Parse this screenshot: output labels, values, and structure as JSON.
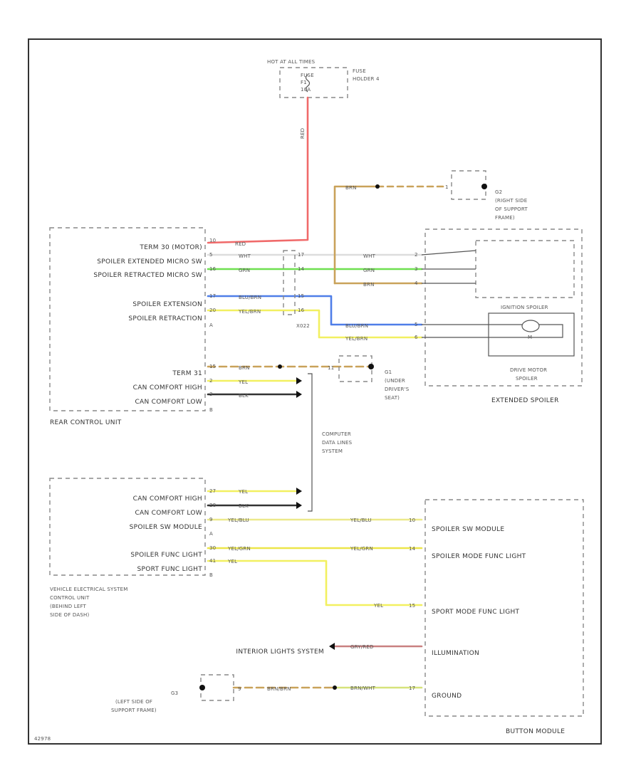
{
  "diagram_id": "42978",
  "fuse_panel": {
    "title": "HOT AT ALL TIMES",
    "fuse_lines": [
      "FUSE",
      "F1",
      "10A"
    ],
    "holder_lines": [
      "FUSE",
      "HOLDER 4"
    ],
    "wire_label": "RED"
  },
  "rear_control_unit": {
    "title": "REAR CONTROL UNIT",
    "pins": [
      {
        "label": "TERM 30 (MOTOR)",
        "pin": "10",
        "wire": "RED"
      },
      {
        "label": "SPOILER EXTENDED MICRO SW",
        "pin": "5",
        "wire": "WHT"
      },
      {
        "label": "SPOILER RETRACTED MICRO SW",
        "pin": "16",
        "wire": "GRN"
      },
      {
        "label": "SPOILER EXTENSION",
        "pin": "17",
        "wire": "BLU/BRN"
      },
      {
        "label": "SPOILER RETRACTION",
        "pin": "20",
        "wire": "YEL/BRN"
      },
      {
        "label": "TERM 31",
        "pin": "15",
        "wire": "BRN"
      },
      {
        "label": "CAN COMFORT HIGH",
        "pin": "2",
        "wire": "YEL"
      },
      {
        "label": "CAN COMFORT LOW",
        "pin": "3",
        "wire": "BLK"
      }
    ],
    "connector_a": "A",
    "connector_b": "B"
  },
  "connector_x022": {
    "name": "X022",
    "pins": [
      "17",
      "14",
      "15",
      "16"
    ]
  },
  "extended_spoiler": {
    "title": "EXTENDED SPOILER",
    "pins": [
      "2",
      "3",
      "4",
      "5",
      "6"
    ],
    "wires": [
      "BRN",
      "WHT",
      "GRN",
      "BRN",
      "BLU/BRN",
      "YEL/BRN"
    ],
    "motor_title": "IGNITION SPOILER",
    "motor_symbol": "M",
    "drive_motor_lines": [
      "DRIVE MOTOR",
      "SPOILER"
    ]
  },
  "ground_g2_top": {
    "label_lines": [
      "G2",
      "(RIGHT SIDE",
      "OF SUPPORT",
      "FRAME)"
    ],
    "pin": "1"
  },
  "ground_g1": {
    "label_lines": [
      "G1",
      "(UNDER",
      "DRIVER'S",
      "SEAT)"
    ],
    "pin": "11"
  },
  "can_system": {
    "label_lines": [
      "COMPUTER",
      "DATA LINES",
      "SYSTEM"
    ]
  },
  "vehicle_electrical_system_control_unit": {
    "title_lines": [
      "VEHICLE ELECTRICAL SYSTEM",
      "CONTROL UNIT",
      "(BEHIND LEFT",
      "SIDE OF DASH)"
    ],
    "pins": [
      {
        "label": "CAN COMFORT HIGH",
        "pin": "27",
        "wire": "YEL"
      },
      {
        "label": "CAN COMFORT LOW",
        "pin": "28",
        "wire": "BLK"
      },
      {
        "label": "SPOILER SW MODULE",
        "pin": "9",
        "wire": "YEL/BLU"
      },
      {
        "label": "SPOILER FUNC LIGHT",
        "pin": "30",
        "wire": "YEL/GRN"
      },
      {
        "label": "SPORT FUNC LIGHT",
        "pin": "41",
        "wire": "YEL"
      }
    ],
    "connector_a": "A",
    "connector_b": "B"
  },
  "button_module": {
    "title": "BUTTON MODULE",
    "pins": [
      {
        "label": "SPOILER SW MODULE",
        "pin": "10",
        "wire": "YEL/BLU"
      },
      {
        "label": "SPOILER MODE FUNC LIGHT",
        "pin": "14",
        "wire": "YEL/GRN"
      },
      {
        "label": "SPORT MODE FUNC LIGHT",
        "pin": "15",
        "wire": "YEL"
      },
      {
        "label": "ILLUMINATION",
        "pin": "",
        "wire": "GRY/RED"
      },
      {
        "label": "GROUND",
        "pin": "17",
        "wire": "BRN/WHT"
      }
    ]
  },
  "interior_lights": {
    "label": "INTERIOR LIGHTS SYSTEM"
  },
  "ground_g3": {
    "label_lines": [
      "G3",
      "(LEFT SIDE OF",
      "SUPPORT FRAME)"
    ],
    "pin": "9",
    "wire": "BRN/BRN"
  },
  "colors": {
    "red": "#f06a6a",
    "green": "#6fe050",
    "blue": "#4f7ee8",
    "yellow": "#f2f060",
    "brown": "#c9a25a",
    "white": "#dddddd",
    "black": "#333333",
    "grayred": "#c98080",
    "yellowgreen": "#d6e27a"
  }
}
